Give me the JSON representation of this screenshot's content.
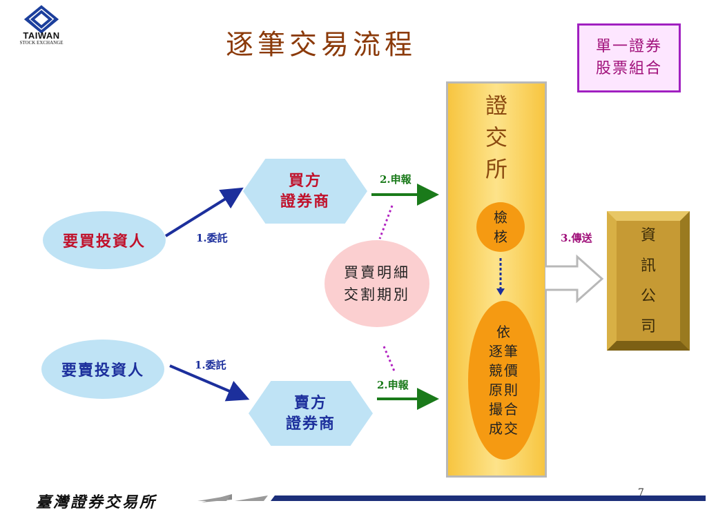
{
  "logo": {
    "name": "TAIWAN",
    "subtitle": "STOCK EXCHANGE"
  },
  "title": "逐筆交易流程",
  "tag": {
    "lines": [
      "單一證券",
      "股票組合"
    ]
  },
  "nodes": {
    "buy_investor": "要買投資人",
    "sell_investor": "要賣投資人",
    "buy_broker": [
      "買方",
      "證券商"
    ],
    "sell_broker": [
      "賣方",
      "證券商"
    ],
    "trade_detail": [
      "買賣明細",
      "交割期別"
    ],
    "exchange": [
      "證",
      "交",
      "所"
    ],
    "check": [
      "檢",
      "核"
    ],
    "match": [
      "依",
      "逐筆",
      "競價",
      "原則",
      "撮合",
      "成交"
    ],
    "info_company": [
      "資",
      "訊",
      "公",
      "司"
    ]
  },
  "edges": {
    "buy_entrust": "1.委託",
    "sell_entrust": "1.委託",
    "buy_report": "2.申報",
    "sell_report": "2.申報",
    "transmit": "3.傳送"
  },
  "footer": {
    "org": "臺灣證券交易所",
    "page": "7"
  },
  "colors": {
    "title": "#8b3a0a",
    "buy": "#c0102a",
    "sell": "#1c2f9c",
    "report": "#1a7a1a",
    "transmit": "#a0107a",
    "footer_bar": "#1c2f7a"
  }
}
